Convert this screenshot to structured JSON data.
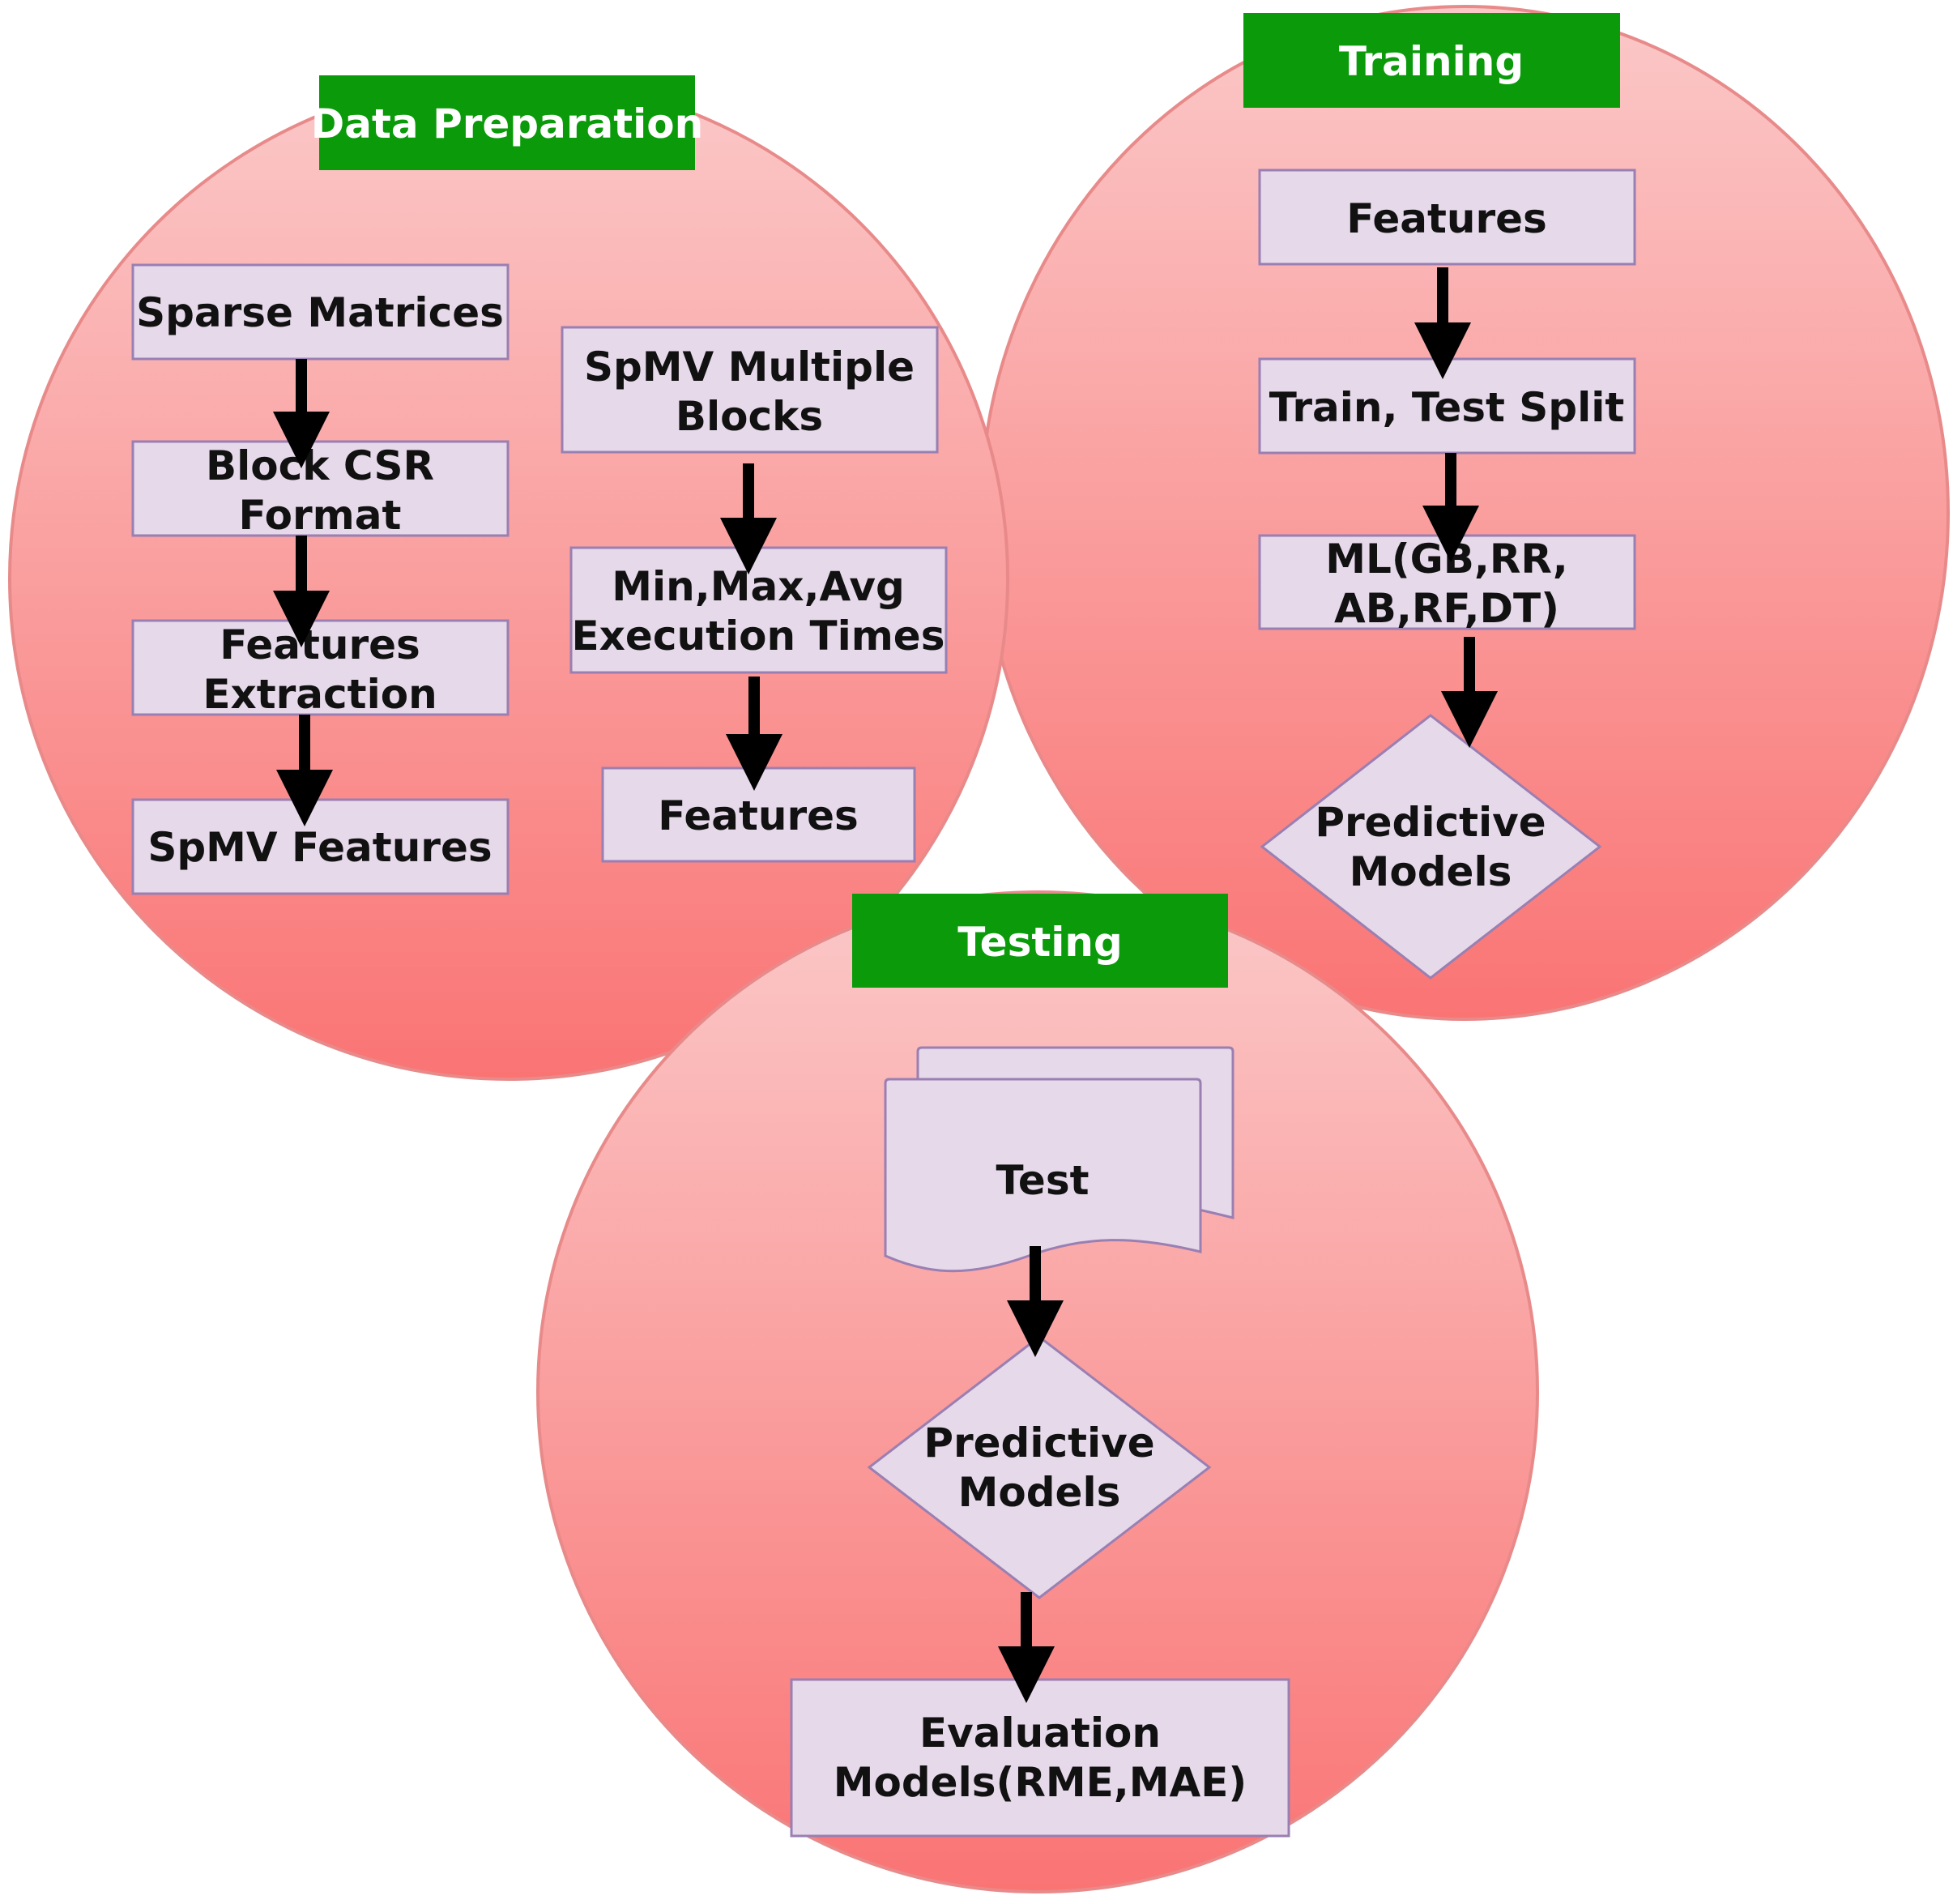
{
  "colors": {
    "circle_top": "#fbc8c8",
    "circle_bottom": "#fa7474",
    "circle_stroke": "#e88a8a",
    "box_fill": "#e6d9ea",
    "box_stroke": "#9a7fb2",
    "header_fill": "#0a9a0a",
    "arrow": "#000000"
  },
  "data_preparation": {
    "title": "Data Preparation",
    "sparse_matrices": "Sparse Matrices",
    "block_csr_1": "Block CSR",
    "block_csr_2": "Format",
    "features_extraction_1": "Features",
    "features_extraction_2": "Extraction",
    "spmv_features": "SpMV Features",
    "spmv_blocks_1": "SpMV Multiple",
    "spmv_blocks_2": "Blocks",
    "exec_times_1": "Min,Max,Avg",
    "exec_times_2": "Execution Times",
    "features": "Features"
  },
  "training": {
    "title": "Training",
    "features": "Features",
    "split": "Train,  Test Split",
    "ml_1": "ML(GB,RR,",
    "ml_2": "AB,RF,DT)",
    "predictive_1": "Predictive",
    "predictive_2": "Models"
  },
  "testing": {
    "title": "Testing",
    "test": "Test",
    "predictive_1": "Predictive",
    "predictive_2": "Models",
    "evaluation_1": "Evaluation",
    "evaluation_2": "Models(RME,MAE)"
  }
}
